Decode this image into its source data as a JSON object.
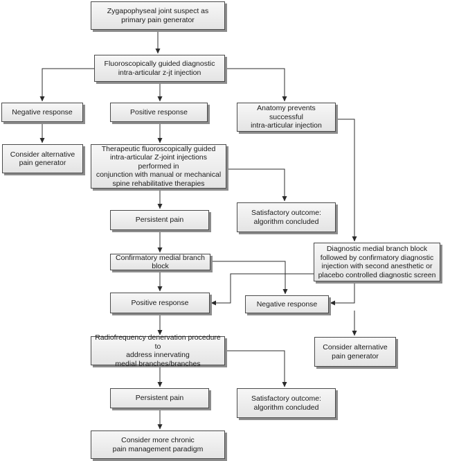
{
  "nodes": {
    "start": "Zygapophyseal joint suspect as\nprimary pain generator",
    "diag_injection": "Fluoroscopically guided diagnostic\nintra-articular z-jt injection",
    "neg_response_1": "Negative response",
    "pos_response_1": "Positive response",
    "anatomy": "Anatomy prevents successful\nintra-articular injection",
    "alt_pain_1": "Consider alternative\npain generator",
    "therapeutic": "Therapeutic fluoroscopically guided\nintra-articular Z-joint injections performed in\nconjunction with manual or mechanical\nspine rehabilitative therapies",
    "satisfactory_1": "Satisfactory outcome:\nalgorithm concluded",
    "persistent_1": "Persistent pain",
    "dmbb": "Diagnostic medial branch block\nfollowed by confirmatory diagnostic\ninjection with second anesthetic or\nplacebo controlled diagnostic screen",
    "confirm_mbb": "Confirmatory medial branch block",
    "pos_response_2": "Positive response",
    "neg_response_2": "Negative response",
    "rf": "Radiofrequency denervation procedure to\naddress innervating\nmedial branches/branches",
    "alt_pain_2": "Consider alternative\npain generator",
    "persistent_2": "Persistent pain",
    "satisfactory_2": "Satisfactory outcome:\nalgorithm concluded",
    "chronic": "Consider more chronic\npain management paradigm"
  }
}
